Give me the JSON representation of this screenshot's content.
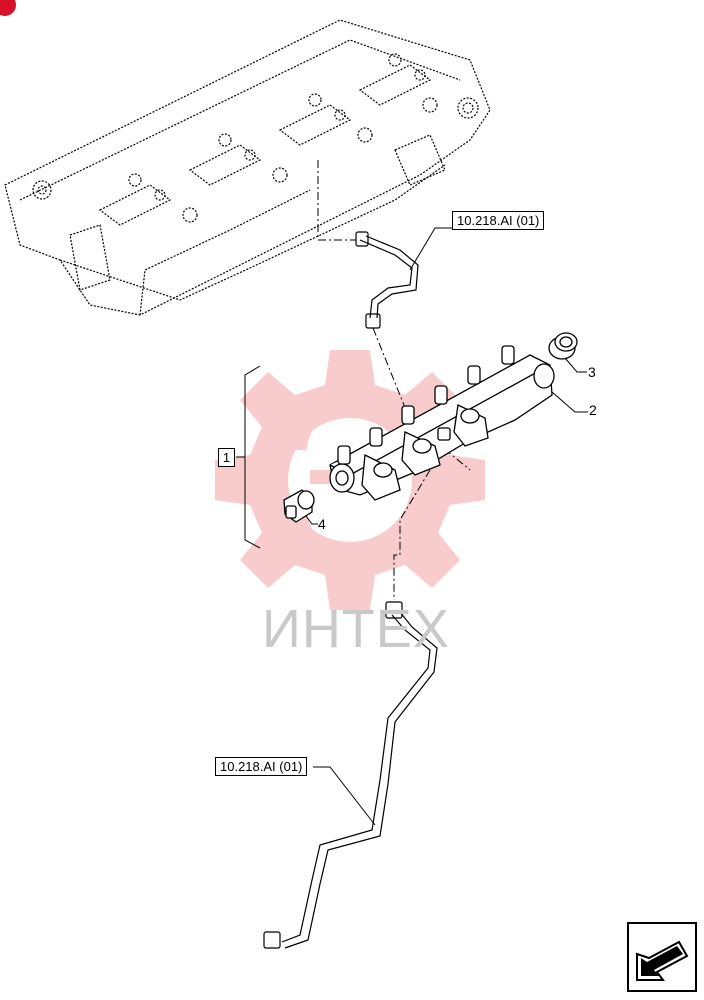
{
  "watermark": {
    "text": "ИНТЕХ",
    "color": "#f08a8a"
  },
  "references": [
    {
      "id": "ref-top",
      "label": "10.218.AI (01)"
    },
    {
      "id": "ref-bottom",
      "label": "10.218.AI (01)"
    }
  ],
  "group_label": "1",
  "callouts": [
    "2",
    "3",
    "4"
  ],
  "icons": {
    "nav": "arrow-down-left-icon",
    "corner": "corner-marker-icon"
  },
  "colors": {
    "line": "#000000",
    "watermark_gear": "#f4a3a3",
    "marker": "#d9122a"
  }
}
